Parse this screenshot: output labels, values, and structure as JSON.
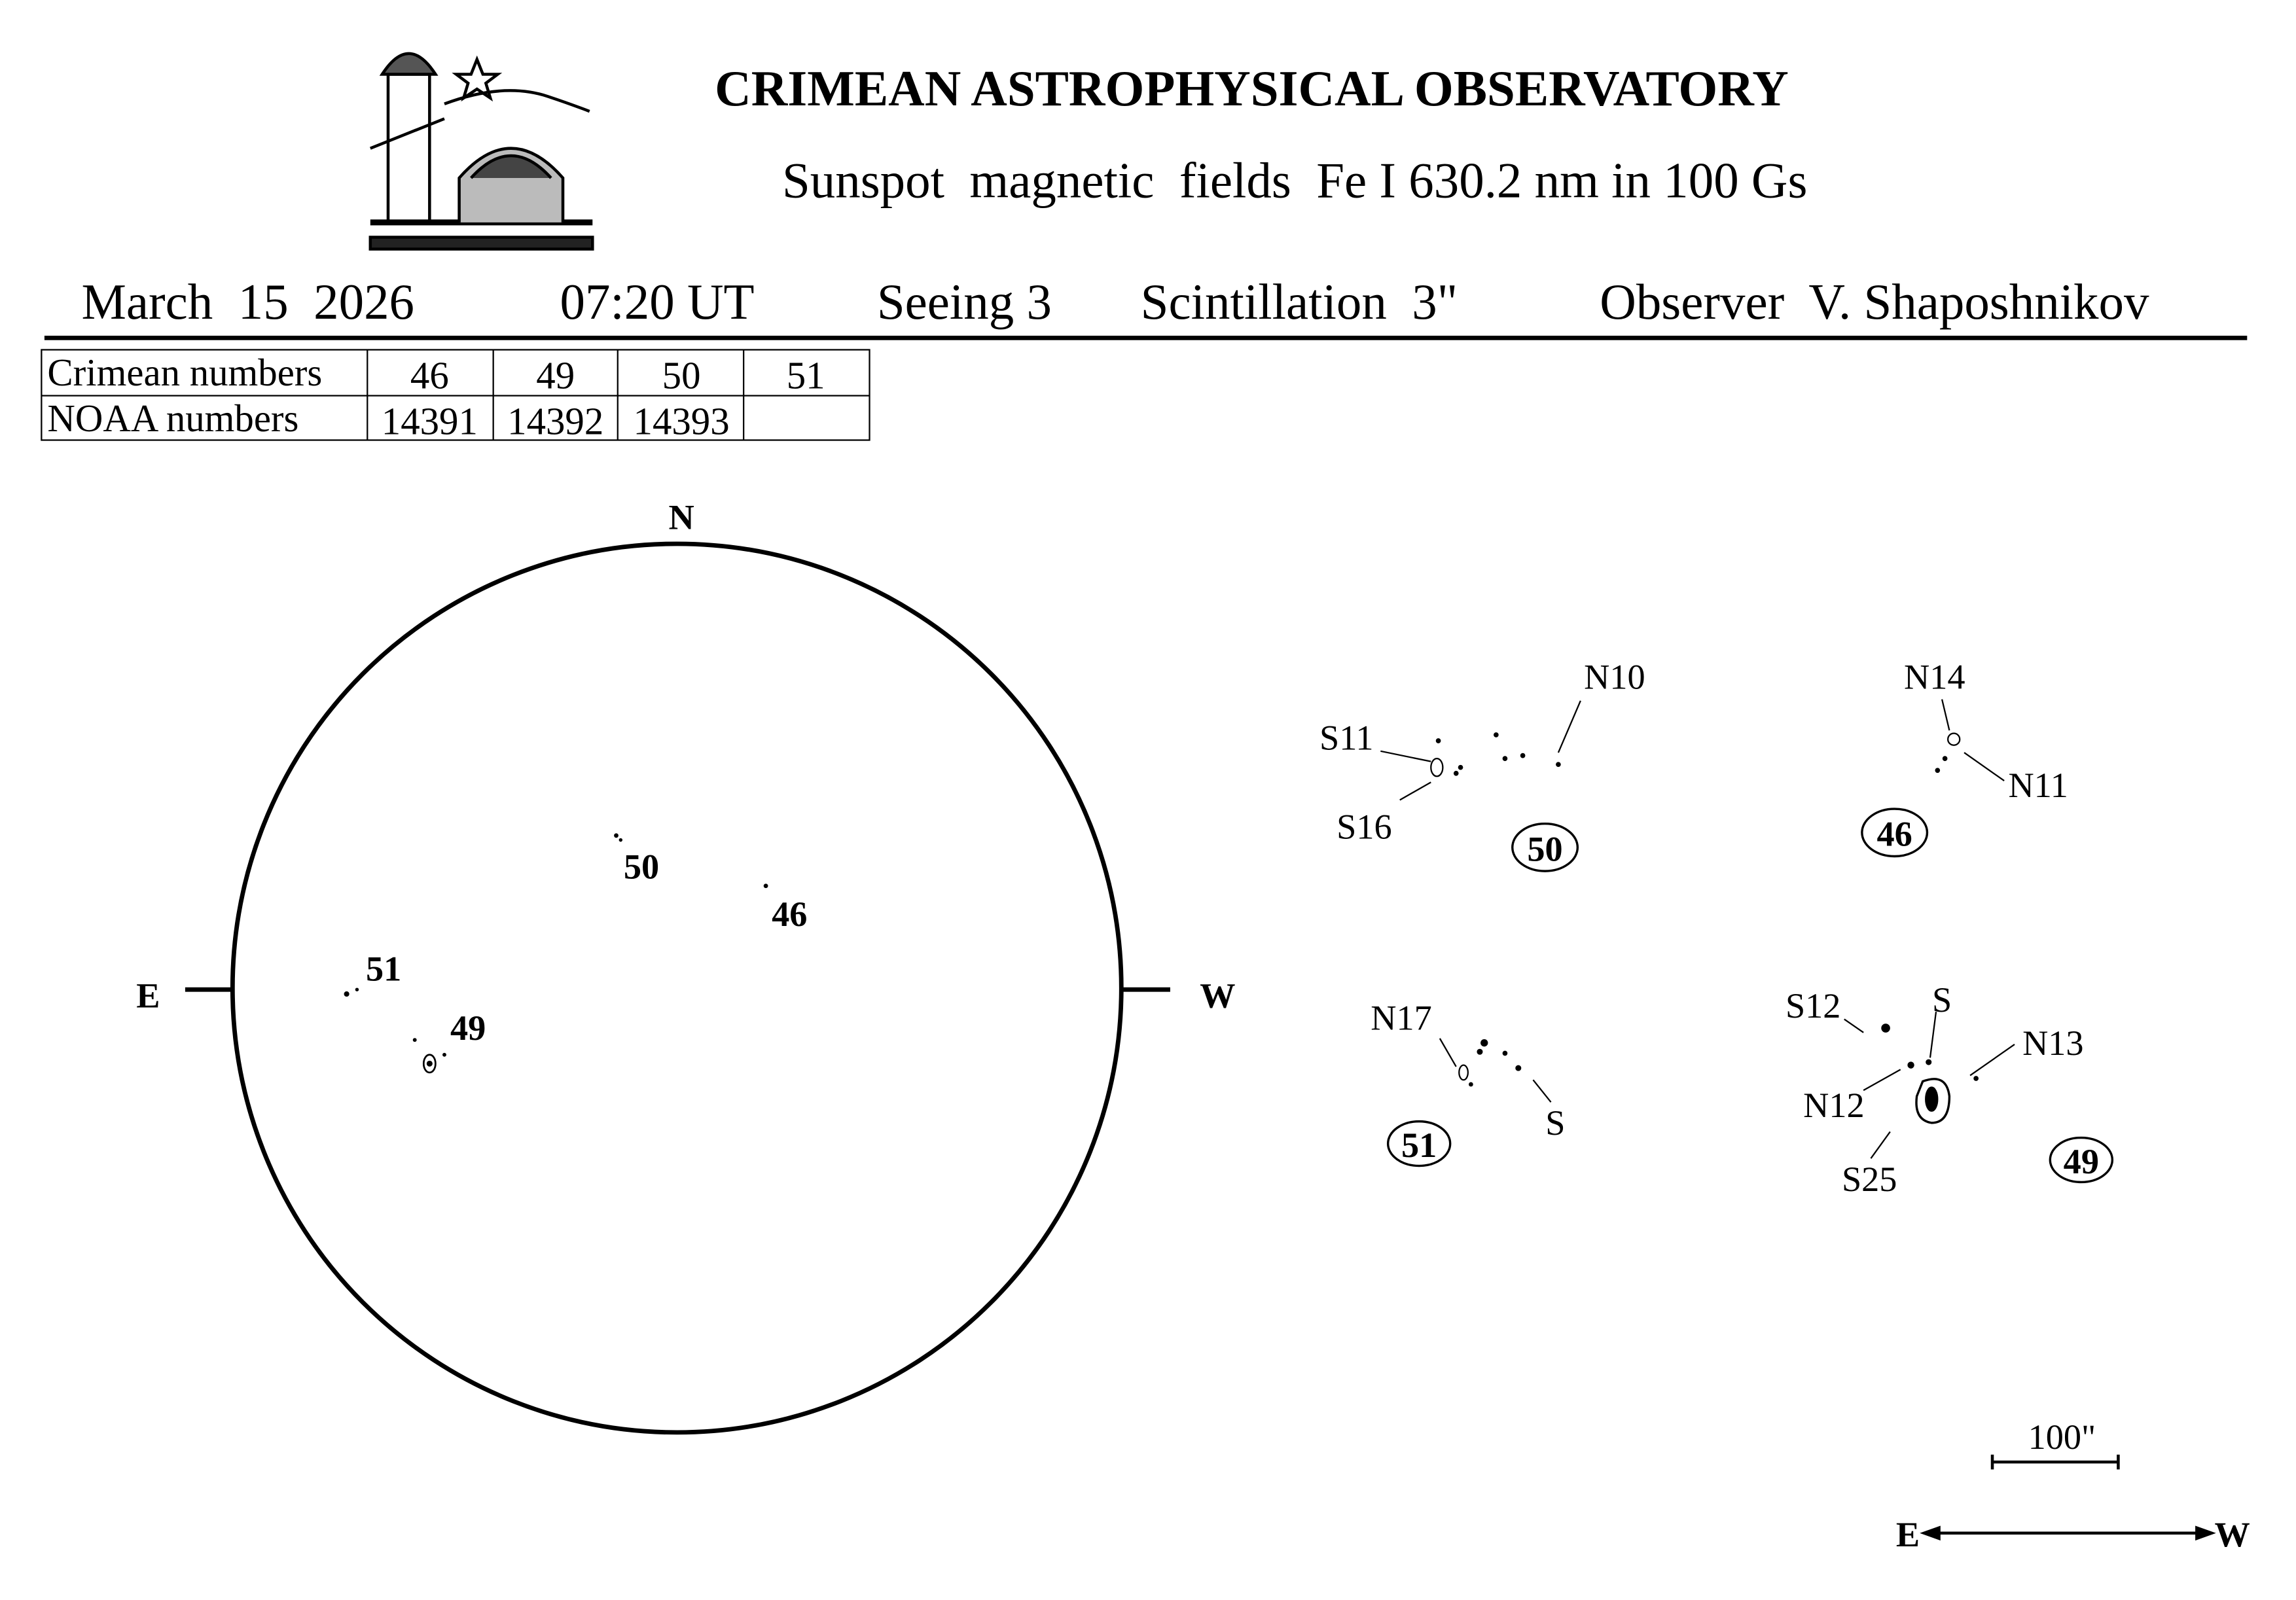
{
  "header": {
    "title": "CRIMEAN ASTROPHYSICAL OBSERVATORY",
    "subtitle": "Sunspot  magnetic  fields  Fe I 630.2 nm in 100 Gs",
    "date": "March  15  2026",
    "time": "07:20 UT",
    "seeing": "Seeing 3",
    "scintillation": "Scintillation  3\"",
    "observer": "Observer  V. Shaposhnikov"
  },
  "table": {
    "rows": [
      {
        "label": "Crimean numbers",
        "cells": [
          "46",
          "49",
          "50",
          "51"
        ]
      },
      {
        "label": "NOAA numbers",
        "cells": [
          "14391",
          "14392",
          "14393",
          ""
        ]
      }
    ]
  },
  "disk": {
    "north": "N",
    "east": "E",
    "west": "W",
    "regions": [
      "50",
      "46",
      "51",
      "49"
    ]
  },
  "details": {
    "r50": {
      "id": "50",
      "labels": [
        "N10",
        "S11",
        "S16"
      ]
    },
    "r46": {
      "id": "46",
      "labels": [
        "N14",
        "N11"
      ]
    },
    "r51": {
      "id": "51",
      "labels": [
        "N17",
        "S"
      ]
    },
    "r49": {
      "id": "49",
      "labels": [
        "S12",
        "S",
        "N13",
        "N12",
        "S25"
      ]
    }
  },
  "scale": {
    "label": "100\""
  },
  "orientation": {
    "east": "E",
    "west": "W"
  }
}
